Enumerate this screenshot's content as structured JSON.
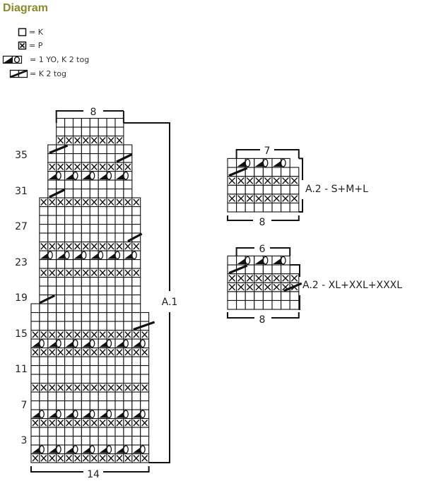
{
  "title": "Diagram",
  "legend": [
    {
      "icon": "knit-square-icon",
      "text": "= K"
    },
    {
      "icon": "purl-crossed-square-icon",
      "text": "= P"
    },
    {
      "icon": "yarn-over-k2tog-icon",
      "text": "= 1 YO, K 2 tog"
    },
    {
      "icon": "k2tog-slash-icon",
      "text": "= K 2 tog"
    }
  ],
  "a1": {
    "label": "A.1",
    "top_width": "8",
    "bottom_width": "14",
    "row_numbers": [
      "35",
      "31",
      "27",
      "23",
      "19",
      "15",
      "11",
      "7",
      "3"
    ]
  },
  "a2_sml": {
    "label": "A.2 - S+M+L",
    "top_width": "7",
    "bottom_width": "8"
  },
  "a2_xl": {
    "label": "A.2 - XL+XXL+XXXL",
    "top_width": "6",
    "bottom_width": "8"
  }
}
